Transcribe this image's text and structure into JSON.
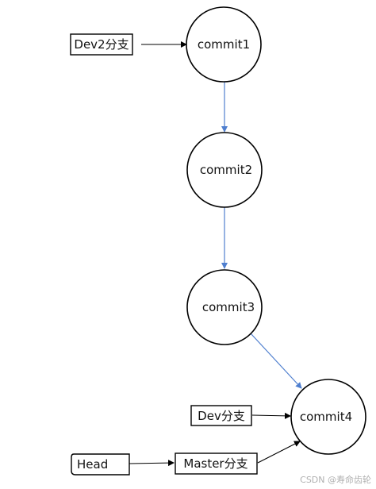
{
  "nodes": {
    "commit1": "commit1",
    "commit2": "commit2",
    "commit3": "commit3",
    "commit4": "commit4"
  },
  "labels": {
    "dev2_branch": "Dev2分支",
    "dev_branch": "Dev分支",
    "master_branch": "Master分支",
    "head": "Head"
  },
  "watermark": "CSDN @寿命齿轮",
  "colors": {
    "commit_edge": "#4f7fcf",
    "pointer_edge": "#000000"
  }
}
